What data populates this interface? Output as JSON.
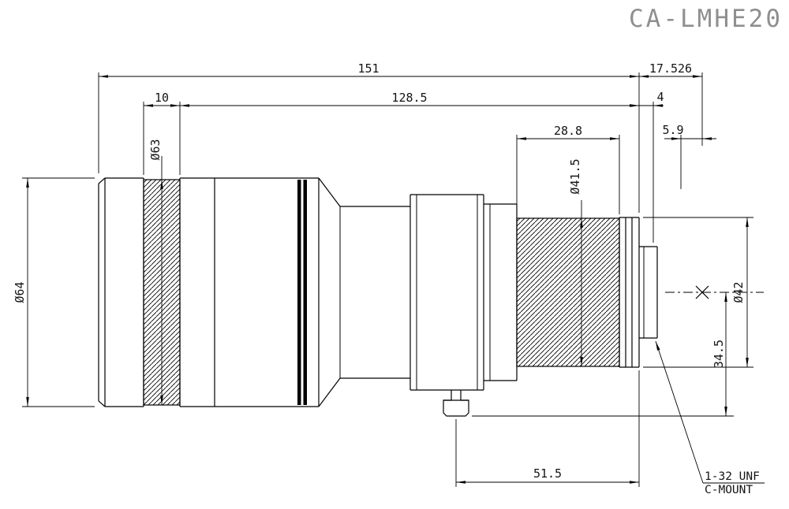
{
  "title": "CA-LMHE20",
  "dimensions": {
    "overall_length": "151",
    "flange_focal_distance": "17.526",
    "front_ring_width": "10",
    "body_length": "128.5",
    "flange_to_thread": "4",
    "rear_grip_width": "28.8",
    "thread_to_image_plane": "5.9",
    "setscrew_to_flange": "51.5",
    "front_diameter": "Ø64",
    "front_grip_diameter": "Ø63",
    "rear_grip_diameter": "Ø41.5",
    "rear_ring_diameter": "Ø42",
    "axis_to_setscrew_bottom": "34.5"
  },
  "mount": {
    "thread_spec": "1-32 UNF",
    "mount_type": "C-MOUNT"
  },
  "colors": {
    "line": "#000000",
    "dim-text": "#141414",
    "title": "#8f8f8f",
    "background": "#ffffff"
  }
}
